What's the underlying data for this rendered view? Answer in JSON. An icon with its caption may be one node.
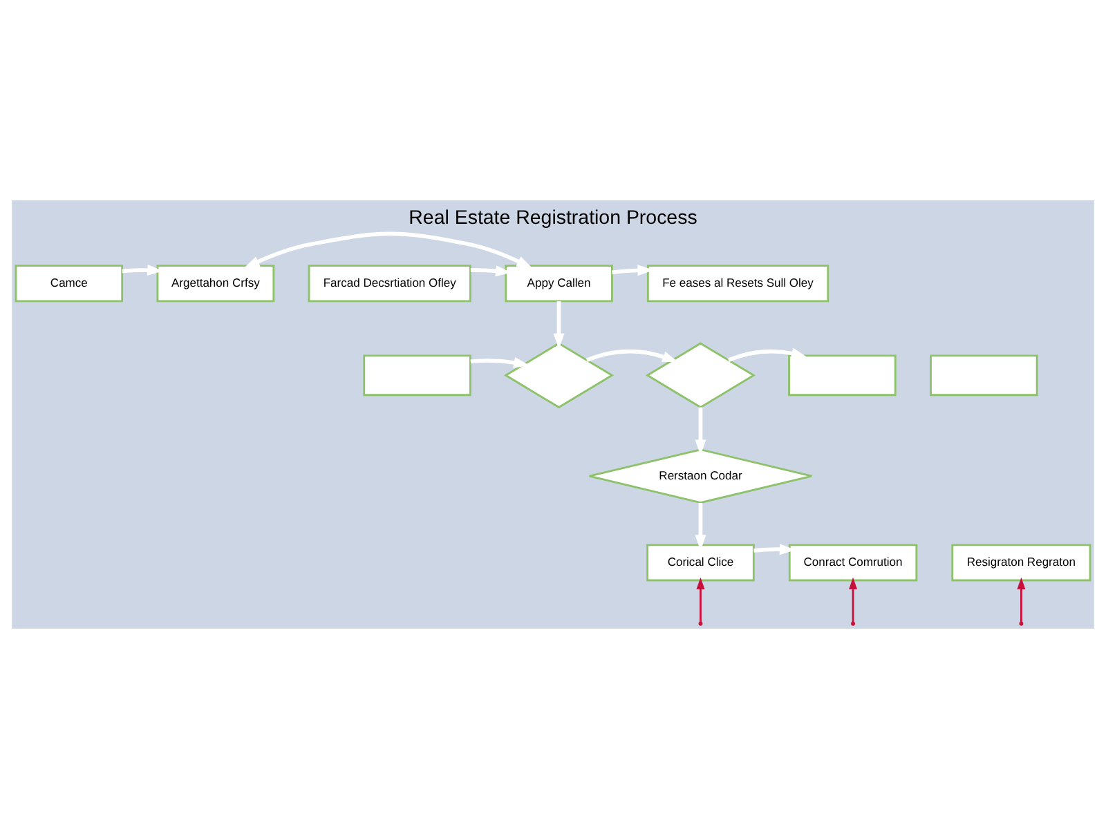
{
  "diagram": {
    "title": "Real Estate Registration Process",
    "nodes": [
      {
        "text": [
          "Camce"
        ]
      },
      {
        "text": [
          "Argettahon Crfsy"
        ]
      },
      {
        "text": [
          "Farcad Decsrtiation Ofley"
        ]
      },
      {
        "text": [
          "Appy Callen"
        ]
      },
      {
        "text": [
          "Fe eases al Resets Sull Oley"
        ]
      },
      {
        "text": [],
        "shape": "box"
      },
      {
        "text": [],
        "shape": "diamond"
      },
      {
        "text": [],
        "shape": "diamond"
      },
      {
        "text": [],
        "shape": "box"
      },
      {
        "text": [],
        "shape": "box"
      },
      {
        "text": [
          "Rerstaon Codar"
        ]
      },
      {
        "text": [
          "Corical Clice"
        ]
      },
      {
        "text": [
          "Conract Comrution"
        ]
      },
      {
        "text": [
          "Resigraton Regraton"
        ]
      }
    ],
    "edges": [
      {
        "from": 0,
        "to": 1,
        "arrow": "to"
      },
      {
        "from": 1,
        "to": 3,
        "arrow": "both"
      },
      {
        "from": 2,
        "to": 3,
        "arrow": "to"
      },
      {
        "from": 3,
        "to": 4,
        "arrow": "to"
      },
      {
        "from": 3,
        "to": 6,
        "arrow": "to"
      },
      {
        "from": 5,
        "to": 6,
        "arrow": "to"
      },
      {
        "from": 6,
        "to": 7,
        "arrow": "to"
      },
      {
        "from": 7,
        "to": 8,
        "arrow": "to"
      },
      {
        "from": 7,
        "to": 10,
        "arrow": "to"
      },
      {
        "from": 10,
        "to": 11,
        "arrow": "to"
      },
      {
        "from": 11,
        "to": 12,
        "arrow": "to"
      },
      {
        "from": null,
        "to": 11,
        "arrow": "to",
        "color": "#c8103c"
      },
      {
        "from": null,
        "to": 12,
        "arrow": "to",
        "color": "#c8103c"
      },
      {
        "from": null,
        "to": 13,
        "arrow": "to",
        "color": "#c8103c"
      }
    ]
  }
}
